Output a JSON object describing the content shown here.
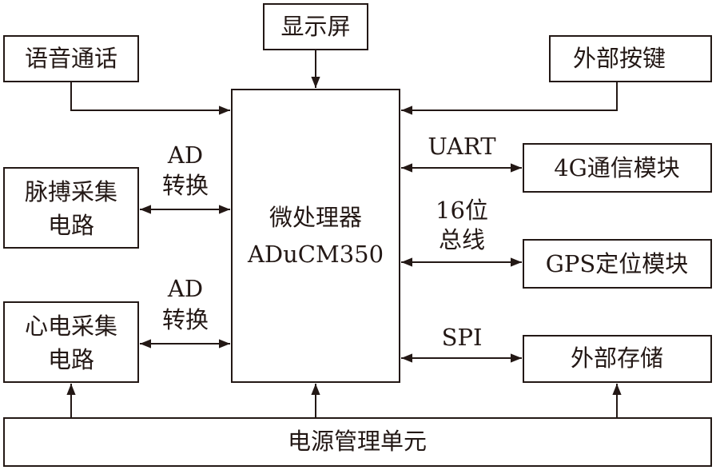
{
  "blocks": {
    "display": "显示屏",
    "voice": "语音通话",
    "keys": "外部按键",
    "mcu_line1": "微处理器",
    "mcu_line2": "ADuCM350",
    "pulse_line1": "脉搏采集",
    "pulse_line2": "电路",
    "ecg_line1": "心电采集",
    "ecg_line2": "电路",
    "comm4g": "4G通信模块",
    "gps": "GPS定位模块",
    "storage": "外部存储",
    "power": "电源管理单元"
  },
  "links": {
    "ad1_line1": "AD",
    "ad1_line2": "转换",
    "ad2_line1": "AD",
    "ad2_line2": "转换",
    "uart": "UART",
    "bus_line1": "16位",
    "bus_line2": "总线",
    "spi": "SPI"
  }
}
